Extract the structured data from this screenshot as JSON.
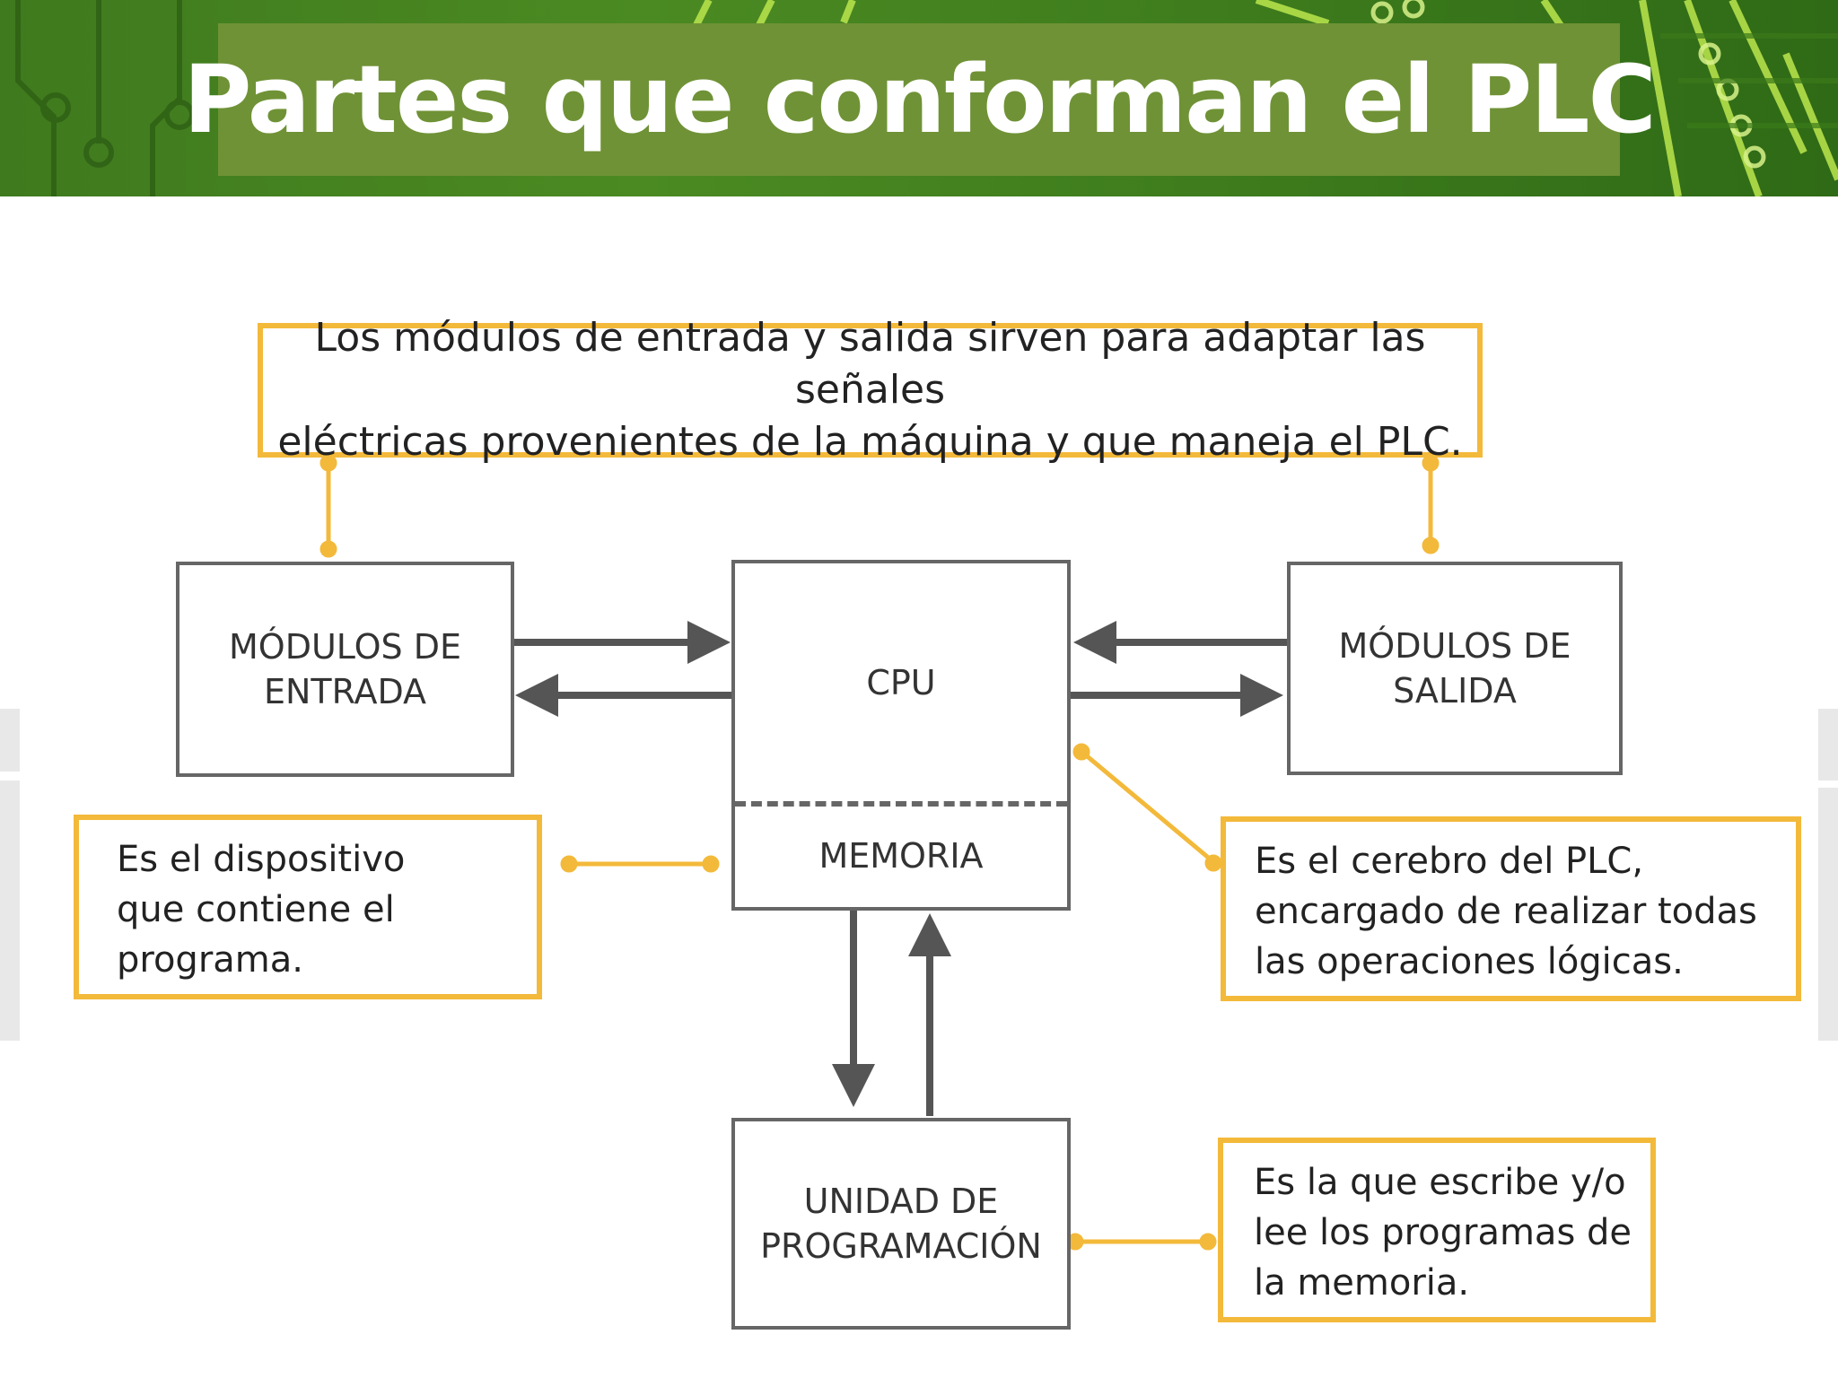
{
  "title": "Partes que conforman el PLC",
  "colors": {
    "header_green": "#4b8a22",
    "title_box": "#6f9236",
    "note_border": "#f3b93a",
    "block_border": "#666666",
    "arrow": "#555555"
  },
  "blocks": {
    "input_modules": "MÓDULOS DE\nENTRADA",
    "output_modules": "MÓDULOS DE\nSALIDA",
    "cpu": "CPU",
    "memory": "MEMORIA",
    "programming_unit": "UNIDAD DE\nPROGRAMACIÓN"
  },
  "notes": {
    "io_modules": "Los módulos de entrada y salida sirven para adaptar las señales\neléctricas provenientes de la máquina y que maneja el PLC.",
    "memory": "Es el dispositivo\nque contiene el\nprograma.",
    "cpu": "Es el cerebro del PLC,\nencargado de realizar todas\nlas operaciones lógicas.",
    "programming_unit": "Es la que escribe y/o\nlee los programas de\nla memoria."
  }
}
